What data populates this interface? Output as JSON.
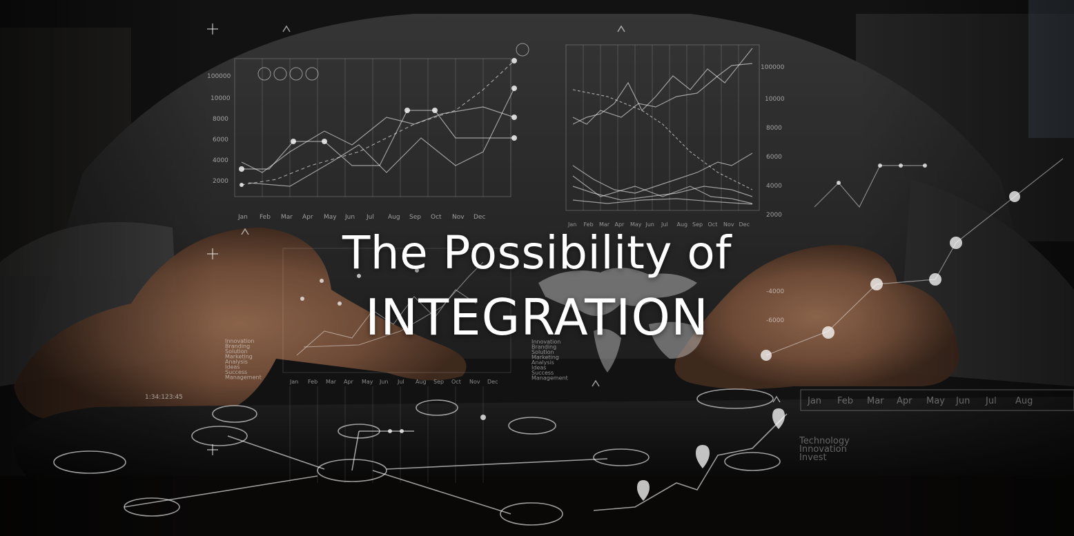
{
  "headline": {
    "line1": "The Possibility of",
    "line2": "INTEGRATION"
  },
  "overlay": {
    "left_chart_months": [
      "Jan",
      "Feb",
      "Mar",
      "Apr",
      "May",
      "Jun",
      "Jul",
      "Aug",
      "Sep",
      "Oct",
      "Nov",
      "Dec"
    ],
    "center_chart_months": [
      "Jan",
      "Feb",
      "Mar",
      "Apr",
      "May",
      "Jun",
      "Jul",
      "Aug",
      "Sep",
      "Oct",
      "Nov",
      "Dec"
    ],
    "lower_chart_months": [
      "Jan",
      "Feb",
      "Mar",
      "Apr",
      "May",
      "Jun",
      "Jul",
      "Aug",
      "Sep",
      "Oct",
      "Nov",
      "Dec"
    ],
    "right_chart_months": [
      "Jan",
      "Feb",
      "Mar",
      "Apr",
      "May",
      "Jun",
      "Jul",
      "Aug"
    ],
    "left_axis_values": [
      "100000",
      "10000",
      "8000",
      "6000",
      "4000",
      "2000"
    ],
    "right_axis_values": [
      "100000",
      "10000",
      "8000",
      "6000",
      "4000",
      "2000"
    ],
    "negative_axis_values": [
      "-4000",
      "-6000"
    ],
    "keyword_list_left": [
      "Innovation",
      "Branding",
      "Solution",
      "Marketing",
      "Analysis",
      "Ideas",
      "Success",
      "Management"
    ],
    "keyword_list_center": [
      "Innovation",
      "Branding",
      "Solution",
      "Marketing",
      "Analysis",
      "Ideas",
      "Success",
      "Management"
    ],
    "bottom_right_labels": [
      "Technology",
      "Innovation",
      "Invest"
    ],
    "timecode": "1:34:123:45"
  },
  "colors": {
    "background": "#141414",
    "overlay_line": "#ffffff",
    "headline": "#ffffff"
  }
}
